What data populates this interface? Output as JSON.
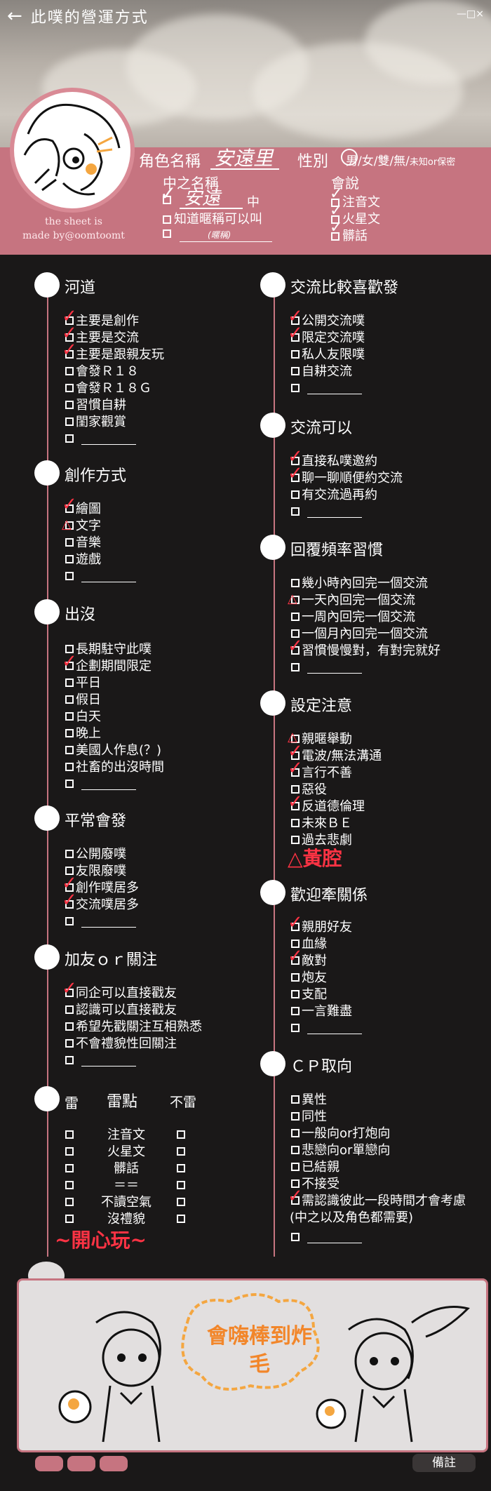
{
  "window": {
    "title": "此噗的營運方式",
    "controls": "—□×"
  },
  "profile": {
    "credit_line1": "the sheet is",
    "credit_line2": "made by@oomtoomt",
    "role_name_label": "角色名稱",
    "role_name_value": "安遠里",
    "gender_label": "性別",
    "gender_options": "男/女/雙/無/",
    "gender_small": "未知or保密",
    "nick_label": "中之名稱",
    "nick_value": "安遠",
    "nick_suffix": "中",
    "nick_know": "知道暱稱可以叫",
    "nick_placeholder": "(暱稱)",
    "lang_label": "會說",
    "lang_items": [
      "注音文",
      "火星文",
      "髒話"
    ]
  },
  "sections": {
    "river": {
      "title": "河道",
      "items": [
        "主要是創作",
        "主要是交流",
        "主要是跟親友玩",
        "會發Ｒ１８",
        "會發Ｒ１８Ｇ",
        "習慣自耕",
        "閨家觀賞"
      ]
    },
    "create": {
      "title": "創作方式",
      "items": [
        "繪圖",
        "文字",
        "音樂",
        "遊戲"
      ]
    },
    "appear": {
      "title": "出沒",
      "items": [
        "長期駐守此噗",
        "企劃期間限定",
        "平日",
        "假日",
        "白天",
        "晚上",
        "美國人作息(？)",
        "社畜的出沒時間"
      ]
    },
    "usual": {
      "title": "平常會發",
      "items": [
        "公開廢噗",
        "友限廢噗",
        "創作噗居多",
        "交流噗居多"
      ]
    },
    "follow": {
      "title": "加友ｏｒ關注",
      "items": [
        "同企可以直接戳友",
        "認識可以直接戳友",
        "希望先戳關注互相熟悉",
        "不會禮貌性回關注"
      ]
    },
    "mine": {
      "title": "雷",
      "mid": "雷點",
      "right": "不雷",
      "items": [
        "注音文",
        "火星文",
        "髒話",
        "＝＝",
        "不讀空氣",
        "沒禮貌"
      ],
      "note": "~開心玩~"
    },
    "prefer": {
      "title": "交流比較喜歡發",
      "items": [
        "公開交流噗",
        "限定交流噗",
        "私人友限噗",
        "自耕交流"
      ]
    },
    "ok": {
      "title": "交流可以",
      "items": [
        "直接私噗邀約",
        "聊一聊順便約交流",
        "有交流過再約"
      ]
    },
    "reply": {
      "title": "回覆頻率習慣",
      "items": [
        "幾小時內回完一個交流",
        "一天內回完一個交流",
        "一周內回完一個交流",
        "一個月內回完一個交流",
        "習慣慢慢對，有對完就好"
      ]
    },
    "setting": {
      "title": "設定注意",
      "items": [
        "親暱舉動",
        "電波/無法溝通",
        "言行不善",
        "惡役",
        "反道德倫理",
        "未來ＢＥ",
        "過去悲劇"
      ],
      "note": "△黃腔"
    },
    "welcome": {
      "title": "歡迎牽關係",
      "items": [
        "親朋好友",
        "血緣",
        "敵對",
        "炮友",
        "支配",
        "一言難盡"
      ]
    },
    "cp": {
      "title": "ＣＰ取向",
      "items": [
        "異性",
        "同性",
        "一般向or打炮向",
        "悲戀向or單戀向",
        "已結親",
        "不接受",
        "需認識彼此一段時間才會考慮",
        "(中之以及角色都需要)"
      ]
    }
  },
  "bottom": {
    "speech": "會嗨棒到炸毛",
    "memo_button": "備註"
  }
}
